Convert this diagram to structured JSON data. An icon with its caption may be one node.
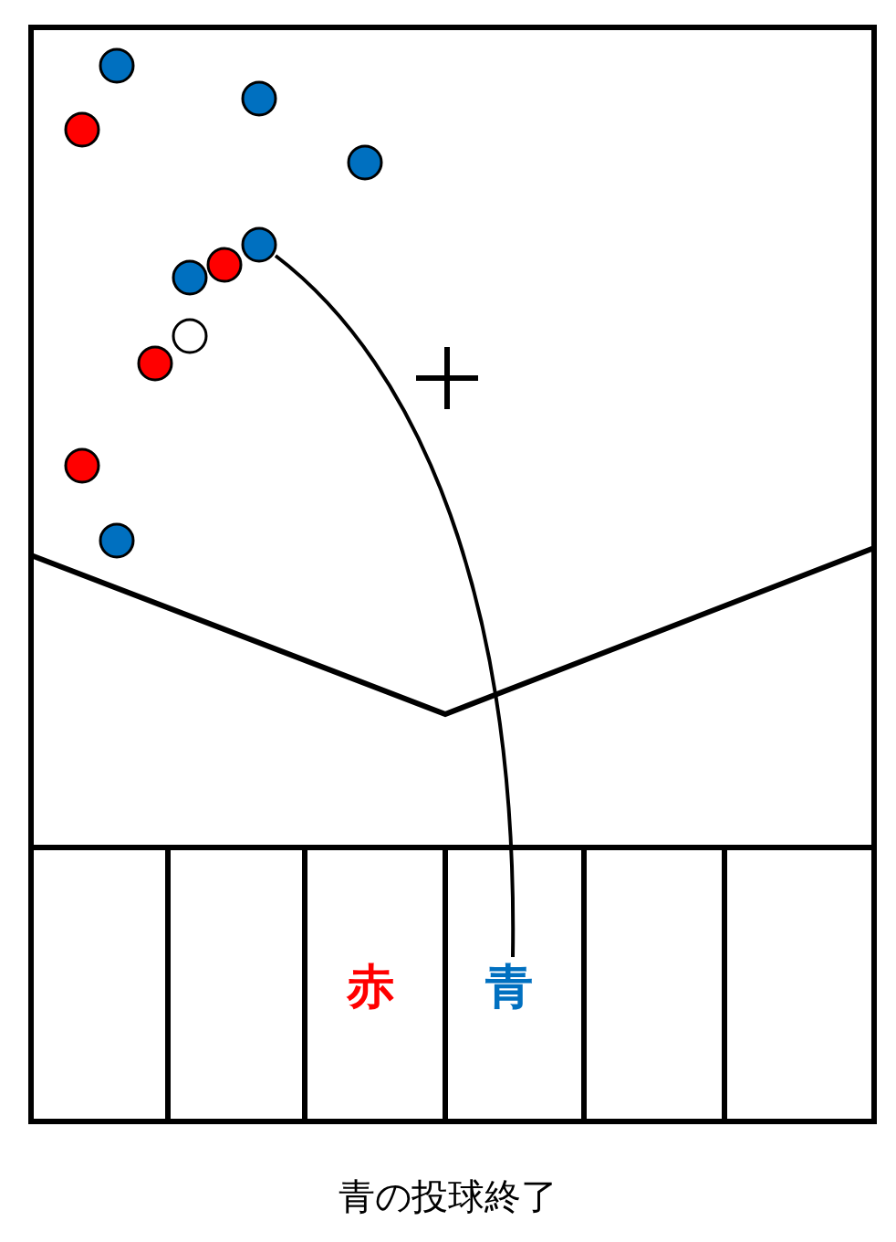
{
  "diagram": {
    "caption": "青の投球終了",
    "nodes": [
      {
        "text": [],
        "shape": "circle"
      },
      {
        "text": [],
        "shape": "circle"
      },
      {
        "text": [],
        "shape": "circle"
      },
      {
        "text": [],
        "shape": "circle"
      },
      {
        "text": [],
        "shape": "circle"
      },
      {
        "text": [],
        "shape": "circle"
      },
      {
        "text": [],
        "shape": "circle"
      },
      {
        "text": [],
        "shape": "circle"
      },
      {
        "text": [],
        "shape": "circle"
      },
      {
        "text": [],
        "shape": "circle"
      },
      {
        "text": [],
        "shape": "circle"
      },
      {
        "text": [
          "青"
        ]
      }
    ],
    "edges": [
      {
        "from": 11,
        "to": 4,
        "arrow": "none"
      }
    ],
    "labels": [
      "赤"
    ]
  }
}
